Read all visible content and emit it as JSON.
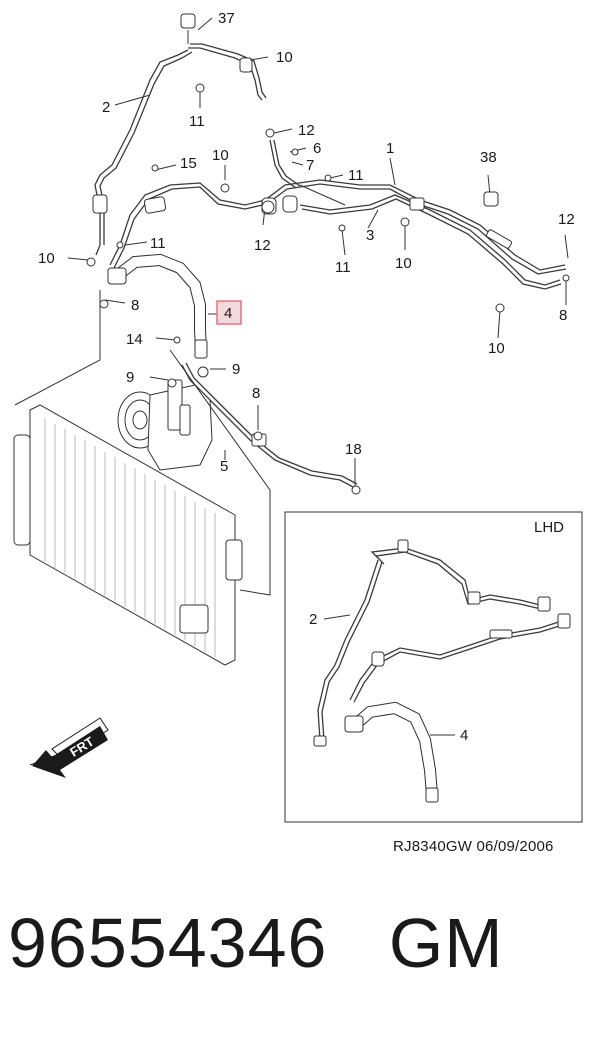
{
  "diagram": {
    "callouts": [
      "37",
      "10",
      "2",
      "11",
      "12",
      "15",
      "10",
      "6",
      "7",
      "11",
      "1",
      "38",
      "10",
      "11",
      "12",
      "3",
      "12",
      "11",
      "10",
      "8",
      "4",
      "14",
      "9",
      "9",
      "8",
      "5",
      "18",
      "8",
      "10"
    ],
    "highlighted_callout": "4",
    "highlight_color": "#e06070",
    "inset": {
      "label": "LHD",
      "callouts": [
        "2",
        "4"
      ]
    },
    "front_arrow_label": "FRT"
  },
  "footer": {
    "doc_code": "RJ8340GW  06/09/2006",
    "part_number": "96554346",
    "brand": "GM"
  }
}
